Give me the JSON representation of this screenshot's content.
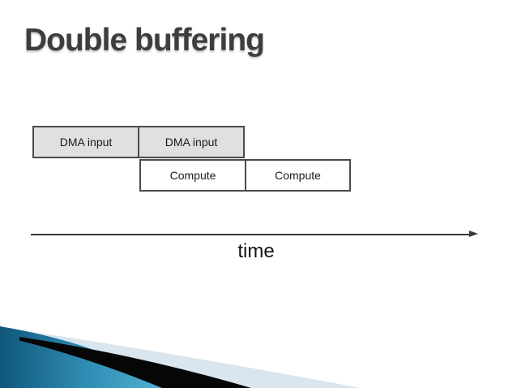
{
  "slide": {
    "title": "Double buffering",
    "timeline_label": "time"
  },
  "diagram": {
    "dma_row": {
      "boxes": [
        {
          "label": "DMA input"
        },
        {
          "label": "DMA input"
        }
      ]
    },
    "compute_row": {
      "boxes": [
        {
          "label": "Compute"
        },
        {
          "label": "Compute"
        }
      ]
    }
  },
  "colors": {
    "background": "#ffffff",
    "title_text": "#3d3d3d",
    "box_border": "#4a4a4a",
    "dma_box_fill": "#e0e0e0",
    "compute_box_fill": "#ffffff",
    "box_text": "#1a1a1a",
    "arrow": "#3a3a3a",
    "time_text": "#141414",
    "swoosh_teal_dark": "#0f567a",
    "swoosh_teal_mid": "#2e8bb1",
    "swoosh_teal_light": "#55b2d6",
    "swoosh_pale": "#d9e6ef",
    "swoosh_black": "#060606"
  }
}
